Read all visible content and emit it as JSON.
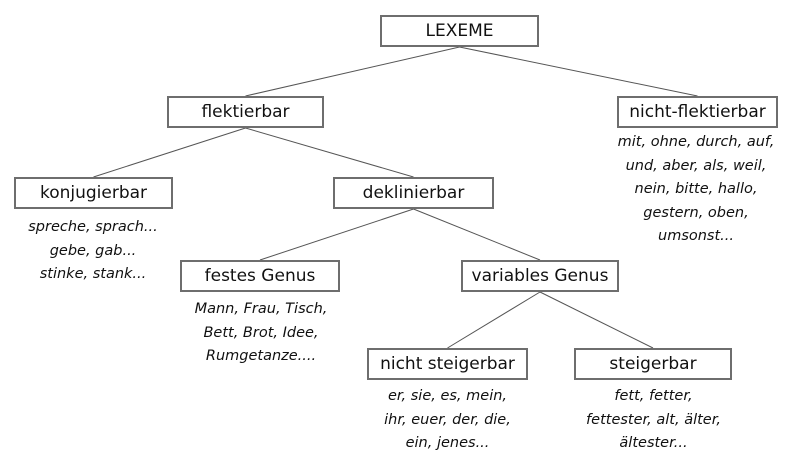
{
  "diagram": {
    "nodes": {
      "lexeme": "LEXEME",
      "flektierbar": "flektierbar",
      "nicht_flektierbar": "nicht-flektierbar",
      "konjugierbar": "konjugierbar",
      "deklinierbar": "deklinierbar",
      "festes_genus": "festes Genus",
      "variables_genus": "variables Genus",
      "nicht_steigerbar": "nicht steigerbar",
      "steigerbar": "steigerbar"
    },
    "examples": {
      "nicht_flektierbar": [
        "mit, ohne, durch, auf,",
        "und, aber, als, weil,",
        "nein, bitte, hallo,",
        "gestern, oben,",
        "umsonst..."
      ],
      "konjugierbar": [
        "spreche, sprach...",
        "gebe, gab...",
        "stinke, stank..."
      ],
      "festes_genus": [
        "Mann, Frau, Tisch,",
        "Bett, Brot, Idee,",
        "Rumgetanze...."
      ],
      "nicht_steigerbar": [
        "er, sie, es, mein,",
        "ihr, euer, der, die,",
        "ein, jenes..."
      ],
      "steigerbar": [
        "fett, fetter,",
        "fettester, alt, älter,",
        "ältester..."
      ]
    },
    "edges": [
      [
        "lexeme",
        "flektierbar"
      ],
      [
        "lexeme",
        "nicht_flektierbar"
      ],
      [
        "flektierbar",
        "konjugierbar"
      ],
      [
        "flektierbar",
        "deklinierbar"
      ],
      [
        "deklinierbar",
        "festes_genus"
      ],
      [
        "deklinierbar",
        "variables_genus"
      ],
      [
        "variables_genus",
        "nicht_steigerbar"
      ],
      [
        "variables_genus",
        "steigerbar"
      ]
    ],
    "colors": {
      "edge": "#555555",
      "node_border": "#6e6e6e"
    }
  }
}
